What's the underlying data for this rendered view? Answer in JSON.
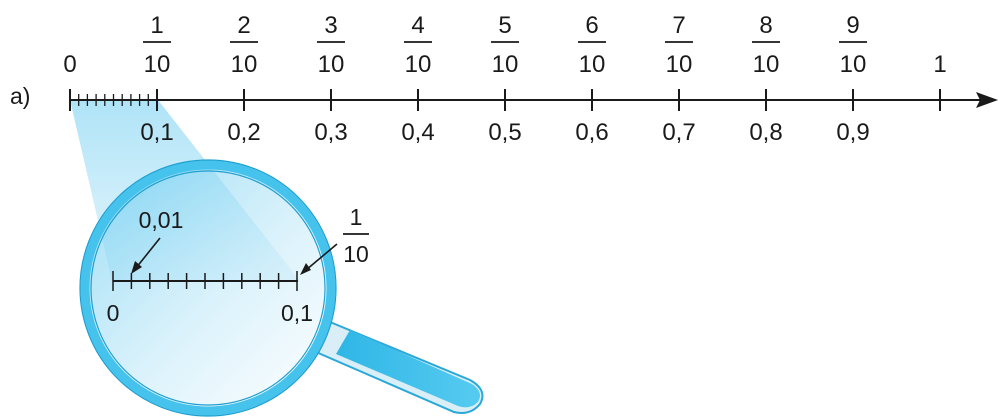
{
  "part_label": "a)",
  "number_line": {
    "start_label": "0",
    "end_label": "1",
    "fractions": [
      {
        "numerator": "1",
        "denominator": "10",
        "decimal": "0,1"
      },
      {
        "numerator": "2",
        "denominator": "10",
        "decimal": "0,2"
      },
      {
        "numerator": "3",
        "denominator": "10",
        "decimal": "0,3"
      },
      {
        "numerator": "4",
        "denominator": "10",
        "decimal": "0,4"
      },
      {
        "numerator": "5",
        "denominator": "10",
        "decimal": "0,5"
      },
      {
        "numerator": "6",
        "denominator": "10",
        "decimal": "0,6"
      },
      {
        "numerator": "7",
        "denominator": "10",
        "decimal": "0,7"
      },
      {
        "numerator": "8",
        "denominator": "10",
        "decimal": "0,8"
      },
      {
        "numerator": "9",
        "denominator": "10",
        "decimal": "0,9"
      }
    ]
  },
  "magnifier": {
    "small_unit_label": "0,01",
    "fraction_numerator": "1",
    "fraction_denominator": "10",
    "start_label": "0",
    "end_label": "0,1"
  },
  "colors": {
    "line": "#1a1a1a",
    "lens_rim": "#45c3ec",
    "lens_fill": "#d8f0fb",
    "beam": "#8fd6f2",
    "handle": "#45c3ec"
  }
}
